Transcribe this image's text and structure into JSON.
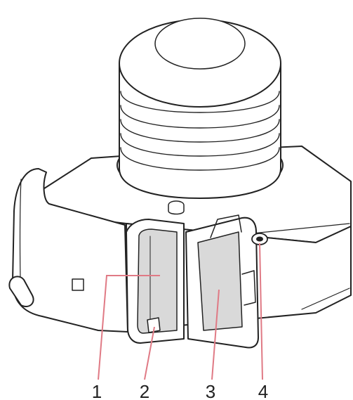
{
  "diagram": {
    "subject": "camera-body-bottom-view",
    "callouts": [
      {
        "number": "1",
        "part": "battery-compartment"
      },
      {
        "number": "2",
        "part": "battery-lock-lever"
      },
      {
        "number": "3",
        "part": "battery-cover"
      },
      {
        "number": "4",
        "part": "tripod-socket-hole"
      }
    ]
  },
  "colors": {
    "outline": "#222222",
    "shade": "#d9d9d9",
    "leader": "#e07a85",
    "background": "#ffffff"
  }
}
